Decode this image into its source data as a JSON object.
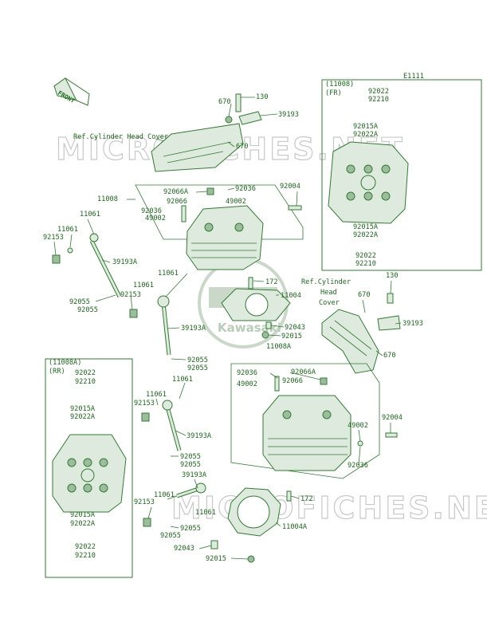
{
  "diagram_code": "E1111",
  "front_label": "FRONT",
  "watermark": "MICROFICHES.NET",
  "center_logo_text": "Kawasaki",
  "colors": {
    "ink": "#1a6b1a",
    "part_fill": "#dfeadf",
    "watermark": "#c8c8c8"
  },
  "ref_cover_top": "Ref.Cylinder Head Cover",
  "ref_cover_right": [
    "Ref.Cylinder",
    "Head",
    "Cover"
  ],
  "fr_box": {
    "header": [
      "(11008)",
      "(FR)"
    ],
    "top_codes": [
      "92022",
      "92210"
    ],
    "upper_codes": [
      "92015A",
      "92022A"
    ],
    "lower_codes": [
      "92015A",
      "92022A"
    ],
    "bottom_codes": [
      "92022",
      "92210"
    ]
  },
  "rr_box": {
    "header": [
      "(11008A)",
      "(RR)"
    ],
    "top_codes": [
      "92022",
      "92210"
    ],
    "upper_codes": [
      "92015A",
      "92022A"
    ],
    "lower_codes": [
      "92015A",
      "92022A"
    ],
    "bottom_codes": [
      "92022",
      "92210"
    ]
  },
  "labels": [
    {
      "id": "l1",
      "text": "670"
    },
    {
      "id": "l2",
      "text": "130"
    },
    {
      "id": "l3",
      "text": "39193"
    },
    {
      "id": "l4",
      "text": "670"
    },
    {
      "id": "l5",
      "text": "11008"
    },
    {
      "id": "l6",
      "text": "92066A"
    },
    {
      "id": "l7",
      "text": "92036"
    },
    {
      "id": "l8",
      "text": "92004"
    },
    {
      "id": "l9",
      "text": "92066"
    },
    {
      "id": "l10",
      "text": "49002"
    },
    {
      "id": "l11",
      "text": "92036"
    },
    {
      "id": "l12",
      "text": "49002"
    },
    {
      "id": "l13",
      "text": "11061"
    },
    {
      "id": "l14",
      "text": "11061"
    },
    {
      "id": "l15",
      "text": "92153"
    },
    {
      "id": "l16",
      "text": "39193A"
    },
    {
      "id": "l17",
      "text": "11061"
    },
    {
      "id": "l18",
      "text": "172"
    },
    {
      "id": "l19",
      "text": "92055"
    },
    {
      "id": "l20",
      "text": "92153"
    },
    {
      "id": "l21",
      "text": "92055"
    },
    {
      "id": "l22",
      "text": "11004"
    },
    {
      "id": "l23",
      "text": "130"
    },
    {
      "id": "l24",
      "text": "670"
    },
    {
      "id": "l25",
      "text": "39193"
    },
    {
      "id": "l26",
      "text": "670"
    },
    {
      "id": "l27",
      "text": "39193A"
    },
    {
      "id": "l28",
      "text": "92043"
    },
    {
      "id": "l29",
      "text": "92015"
    },
    {
      "id": "l30",
      "text": "11008A"
    },
    {
      "id": "l31",
      "text": "92055"
    },
    {
      "id": "l32",
      "text": "92055"
    },
    {
      "id": "l33",
      "text": "92036"
    },
    {
      "id": "l34",
      "text": "92066A"
    },
    {
      "id": "l35",
      "text": "11061"
    },
    {
      "id": "l36",
      "text": "49002"
    },
    {
      "id": "l37",
      "text": "92066"
    },
    {
      "id": "l38",
      "text": "11061"
    },
    {
      "id": "l39",
      "text": "92153"
    },
    {
      "id": "l40",
      "text": "92004"
    },
    {
      "id": "l41",
      "text": "39193A"
    },
    {
      "id": "l42",
      "text": "49002"
    },
    {
      "id": "l43",
      "text": "92055"
    },
    {
      "id": "l44",
      "text": "92055"
    },
    {
      "id": "l45",
      "text": "92036"
    },
    {
      "id": "l46",
      "text": "39193A"
    },
    {
      "id": "l47",
      "text": "11061"
    },
    {
      "id": "l48",
      "text": "172"
    },
    {
      "id": "l49",
      "text": "92153"
    },
    {
      "id": "l50",
      "text": "11061"
    },
    {
      "id": "l51",
      "text": "11004A"
    },
    {
      "id": "l52",
      "text": "92055"
    },
    {
      "id": "l53",
      "text": "92055"
    },
    {
      "id": "l54",
      "text": "92043"
    },
    {
      "id": "l55",
      "text": "92015"
    }
  ]
}
